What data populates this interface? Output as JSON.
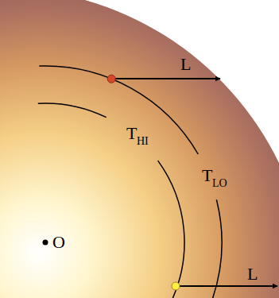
{
  "diagram": {
    "labels": [
      "O",
      "L",
      "L",
      "T",
      "LO",
      "T",
      "HI"
    ]
  }
}
